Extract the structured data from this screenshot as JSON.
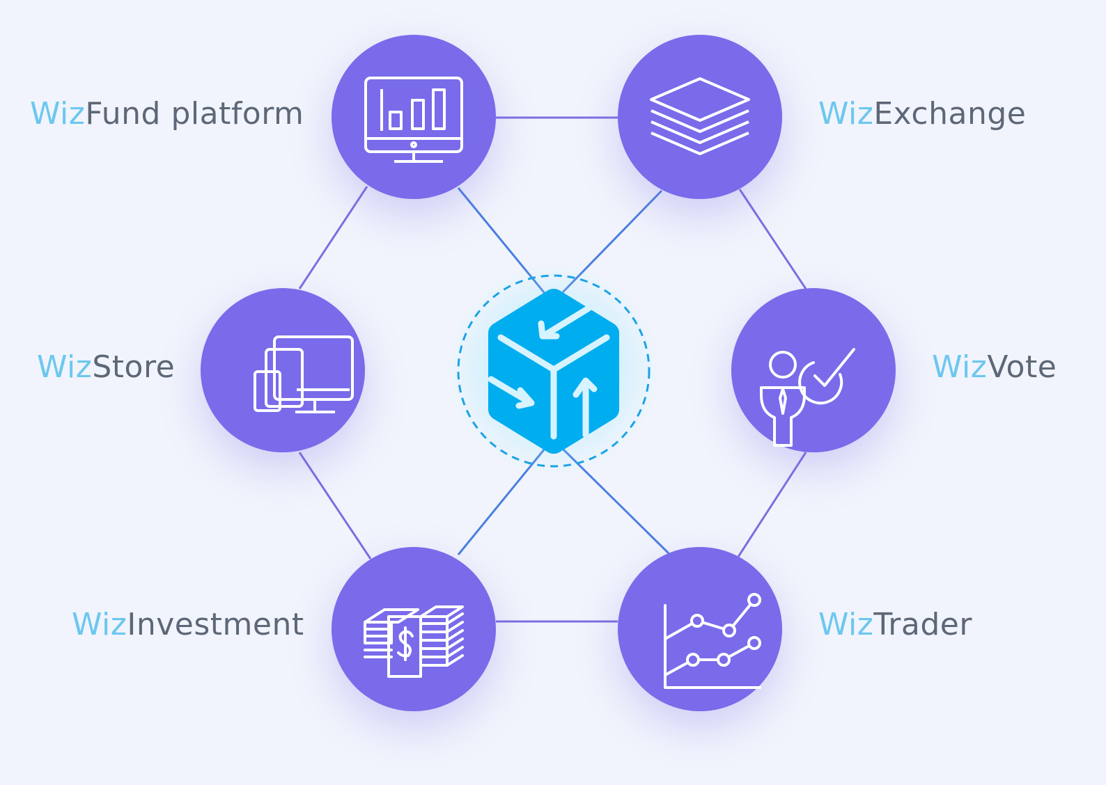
{
  "diagram": {
    "hub": {
      "icon": "blockchain-cube-icon"
    },
    "nodes": [
      {
        "id": "fund",
        "prefix": "Wiz",
        "name": "Fund platform",
        "icon": "monitor-bar-chart-icon"
      },
      {
        "id": "exchange",
        "prefix": "Wiz",
        "name": "Exchange",
        "icon": "layers-stack-icon"
      },
      {
        "id": "store",
        "prefix": "Wiz",
        "name": "Store",
        "icon": "multi-device-icon"
      },
      {
        "id": "vote",
        "prefix": "Wiz",
        "name": "Vote",
        "icon": "person-checkmark-icon"
      },
      {
        "id": "investment",
        "prefix": "Wiz",
        "name": "Investment",
        "icon": "money-stack-icon"
      },
      {
        "id": "trader",
        "prefix": "Wiz",
        "name": "Trader",
        "icon": "line-chart-icon"
      }
    ]
  },
  "colors": {
    "node": "#796bea",
    "accent_prefix": "#6cc7ef",
    "label_text": "#5d6777",
    "hub": "#00adef",
    "background": "#f1f4fc"
  }
}
